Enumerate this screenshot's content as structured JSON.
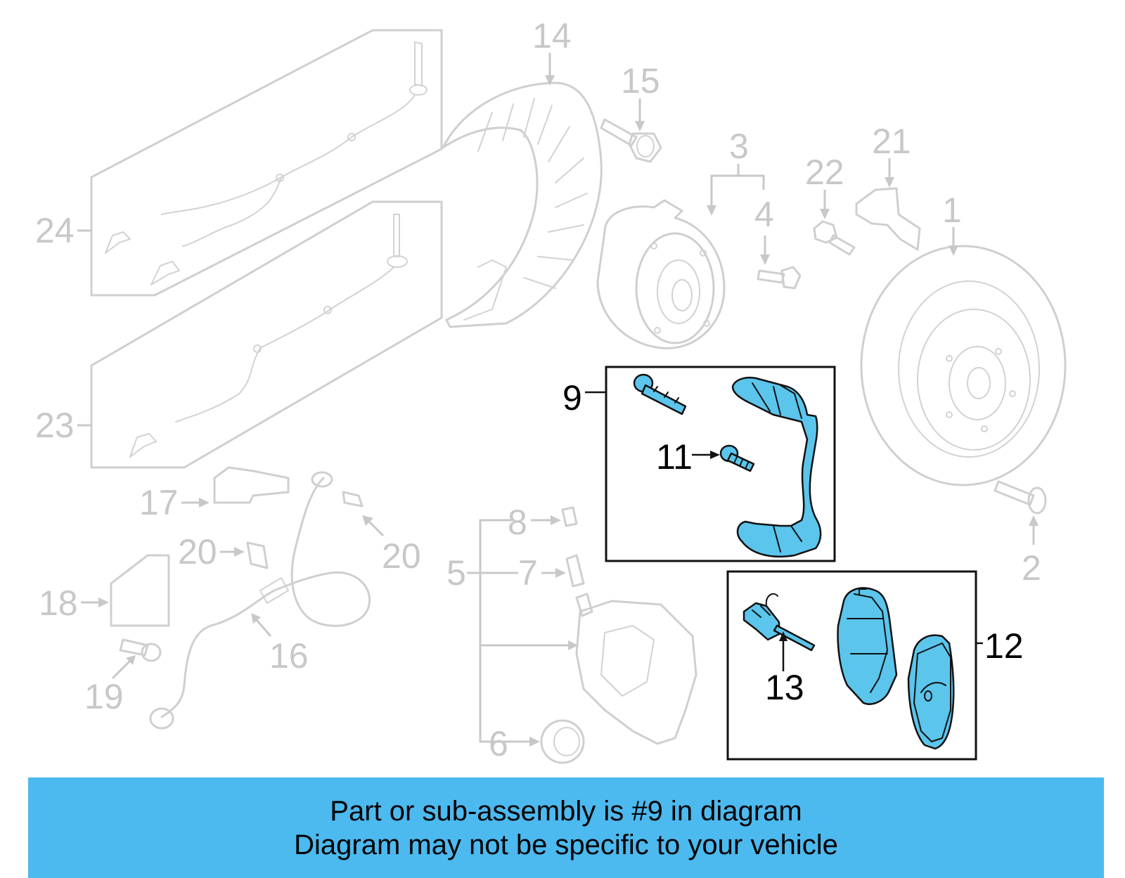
{
  "callouts": {
    "c1": "1",
    "c2": "2",
    "c3": "3",
    "c4": "4",
    "c5": "5",
    "c6": "6",
    "c7": "7",
    "c8": "8",
    "c9": "9",
    "c11": "11",
    "c12": "12",
    "c13": "13",
    "c14": "14",
    "c15": "15",
    "c16": "16",
    "c17": "17",
    "c18": "18",
    "c19": "19",
    "c20a": "20",
    "c20b": "20",
    "c21": "21",
    "c22": "22",
    "c23": "23",
    "c24": "24"
  },
  "highlight": {
    "selected_part": "9",
    "highlight_color": "#5bc5ec",
    "banner_color": "#4cb9ef"
  },
  "banner": {
    "line1": "Part or sub-assembly is #9 in diagram",
    "line2": "Diagram may not be specific to your vehicle"
  }
}
